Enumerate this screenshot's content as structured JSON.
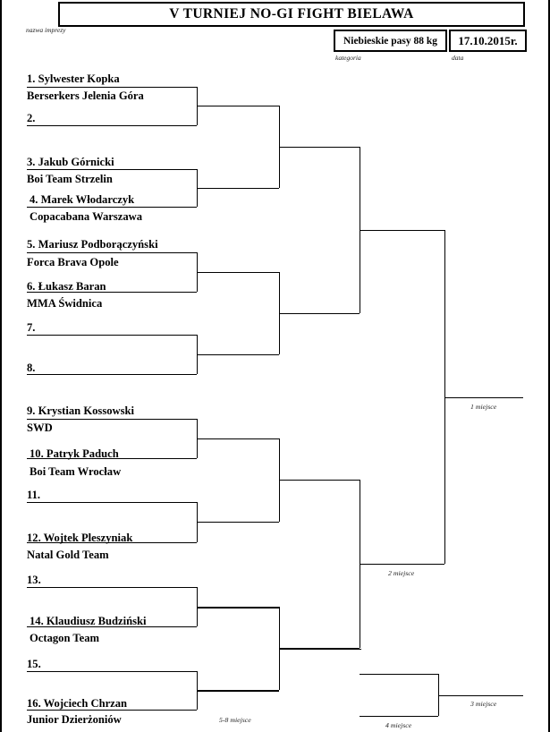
{
  "header": {
    "title": "V TURNIEJ NO-GI FIGHT BIELAWA",
    "title_caption": "nazwa imprezy",
    "category": "Niebieskie pasy 88 kg",
    "category_caption": "kategoria",
    "date": "17.10.2015r.",
    "date_caption": "data"
  },
  "competitors": [
    {
      "name": "1. Sylwester Kopka",
      "team": "Berserkers Jelenia Góra"
    },
    {
      "name": "2.",
      "team": ""
    },
    {
      "name": "3. Jakub Górnicki",
      "team": "Boi Team Strzelin"
    },
    {
      "name": "4. Marek Włodarczyk",
      "team": "Copacabana Warszawa"
    },
    {
      "name": "5. Mariusz Podborączyński",
      "team": "Forca Brava Opole"
    },
    {
      "name": "6. Łukasz Baran",
      "team": "MMA Świdnica"
    },
    {
      "name": "7.",
      "team": ""
    },
    {
      "name": "8.",
      "team": ""
    },
    {
      "name": "9. Krystian Kossowski",
      "team": "SWD"
    },
    {
      "name": "10. Patryk Paduch",
      "team": "Boi Team Wrocław"
    },
    {
      "name": "11.",
      "team": ""
    },
    {
      "name": "12. Wojtek Pleszyniak",
      "team": "Natal Gold Team"
    },
    {
      "name": "13.",
      "team": ""
    },
    {
      "name": "14. Klaudiusz Budziński",
      "team": "Octagon Team"
    },
    {
      "name": "15.",
      "team": ""
    },
    {
      "name": "16. Wojciech Chrzan",
      "team": "Junior Dzierżoniów"
    }
  ],
  "placements": {
    "first": "1 miejsce",
    "second": "2 miejsce",
    "third": "3 miejsce",
    "fourth": "4 miejsce",
    "fifth_eighth": "5-8 miejsce"
  },
  "colors": {
    "line": "#000000",
    "background": "#ffffff"
  }
}
